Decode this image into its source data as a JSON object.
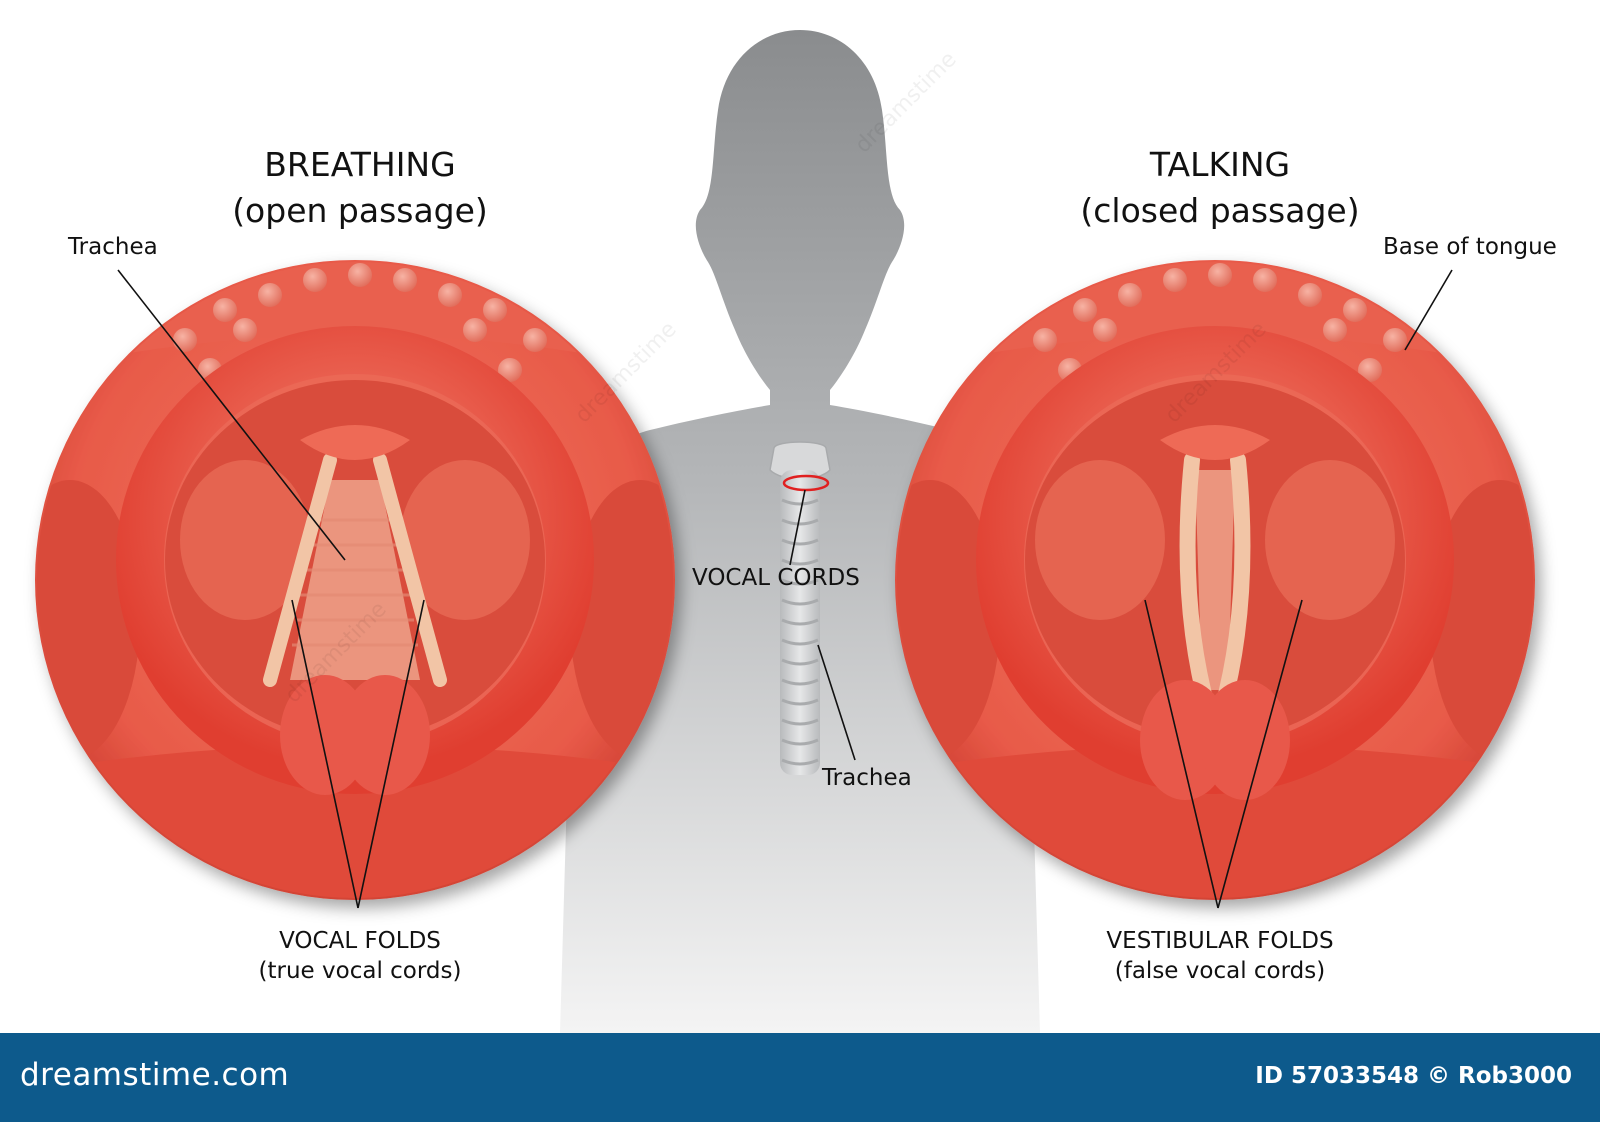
{
  "left_panel": {
    "title_line1": "BREATHING",
    "title_line2": "(open passage)",
    "label_trachea": "Trachea",
    "label_folds_line1": "VOCAL FOLDS",
    "label_folds_line2": "(true vocal cords)"
  },
  "center": {
    "label_vocal_cords": "VOCAL CORDS",
    "label_trachea": "Trachea"
  },
  "right_panel": {
    "title_line1": "TALKING",
    "title_line2": "(closed passage)",
    "label_tongue": "Base of tongue",
    "label_folds_line1": "VESTIBULAR FOLDS",
    "label_folds_line2": "(false vocal cords)"
  },
  "footer": {
    "brand": "dreamstime.com",
    "id_text": "ID 57033548 © Rob3000"
  },
  "watermark": "dreamstime",
  "colors": {
    "tissue": "#e8473a",
    "tissue_light": "#f2806e",
    "silhouette": "#8c8f91",
    "cord": "#f0c8a8",
    "footer_bg": "#0d5a8c",
    "ring_marker": "#e02020"
  }
}
